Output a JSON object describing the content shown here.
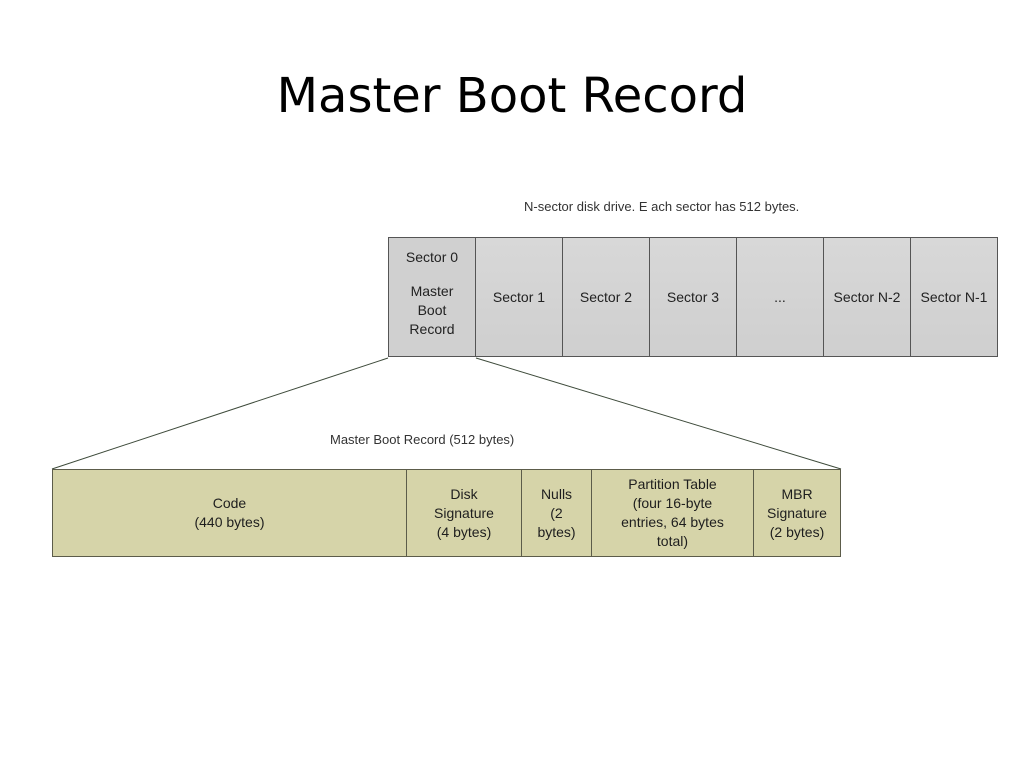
{
  "title": "Master Boot Record",
  "disk_caption": "N-sector disk drive. E ach sector has 512 bytes.",
  "sectors": [
    {
      "line1": "Sector 0",
      "line2": "Master",
      "line3": "Boot",
      "line4": "Record"
    },
    {
      "label": "Sector 1"
    },
    {
      "label": "Sector 2"
    },
    {
      "label": "Sector 3"
    },
    {
      "label": "..."
    },
    {
      "label": "Sector N-2"
    },
    {
      "label": "Sector N-1"
    }
  ],
  "mbr_caption": "Master Boot Record (512 bytes)",
  "mbr_fields": [
    {
      "lines": [
        "Code",
        "(440 bytes)"
      ]
    },
    {
      "lines": [
        "Disk",
        "Signature",
        "(4 bytes)"
      ]
    },
    {
      "lines": [
        "Nulls",
        "(2",
        "bytes)"
      ]
    },
    {
      "lines": [
        "Partition Table",
        "(four 16-byte",
        "entries, 64 bytes",
        "total)"
      ]
    },
    {
      "lines": [
        "MBR",
        "Signature",
        "(2 bytes)"
      ]
    }
  ],
  "colors": {
    "sector_fill": "#d0d0d0",
    "mbr_fill": "#d6d4a9"
  }
}
